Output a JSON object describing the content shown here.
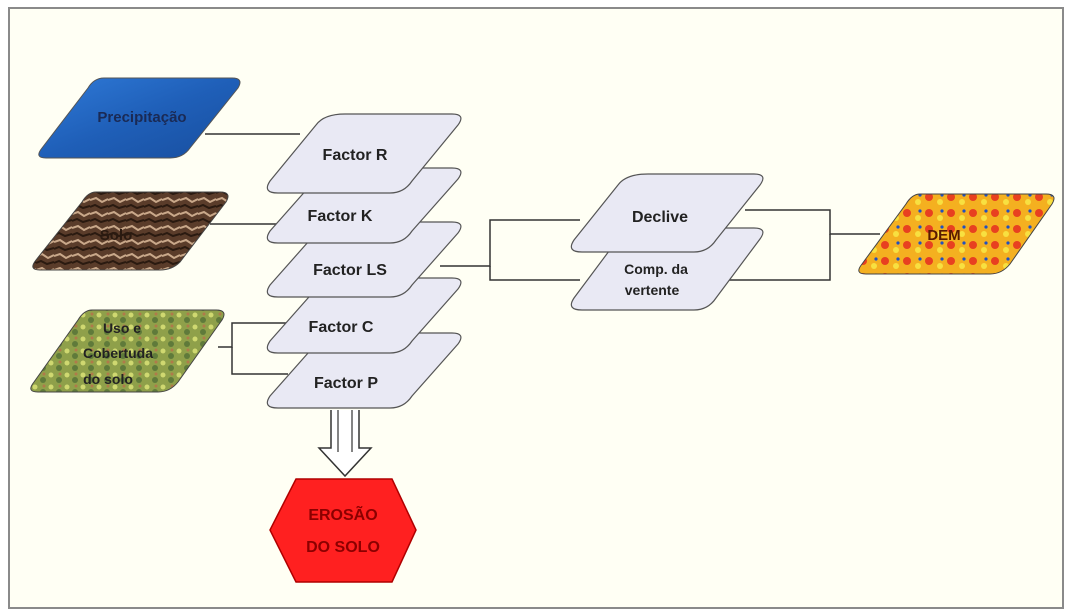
{
  "inputs": {
    "precipitacao": "Precipitação",
    "solo": "Solo",
    "uso_line1": "Uso e",
    "uso_line2": "Cobertuda",
    "uso_line3": "do solo",
    "dem": "DEM"
  },
  "factors": {
    "r": "Factor R",
    "k": "Factor K",
    "ls": "Factor LS",
    "c": "Factor C",
    "p": "Factor P"
  },
  "slope": {
    "declive": "Declive",
    "comp_line1": "Comp. da",
    "comp_line2": "vertente"
  },
  "output": {
    "line1": "EROSÃO",
    "line2": "DO SOLO"
  },
  "colors": {
    "background": "#fffff4",
    "factor_fill": "#e9e9f4",
    "output_fill": "#ff2020",
    "output_text": "#8b0000",
    "precip_fill": "#1f5fb8",
    "solo_fill": "#6a4a36",
    "uso_fill": "#9aa84a",
    "dem_fill": "#f4a020"
  }
}
